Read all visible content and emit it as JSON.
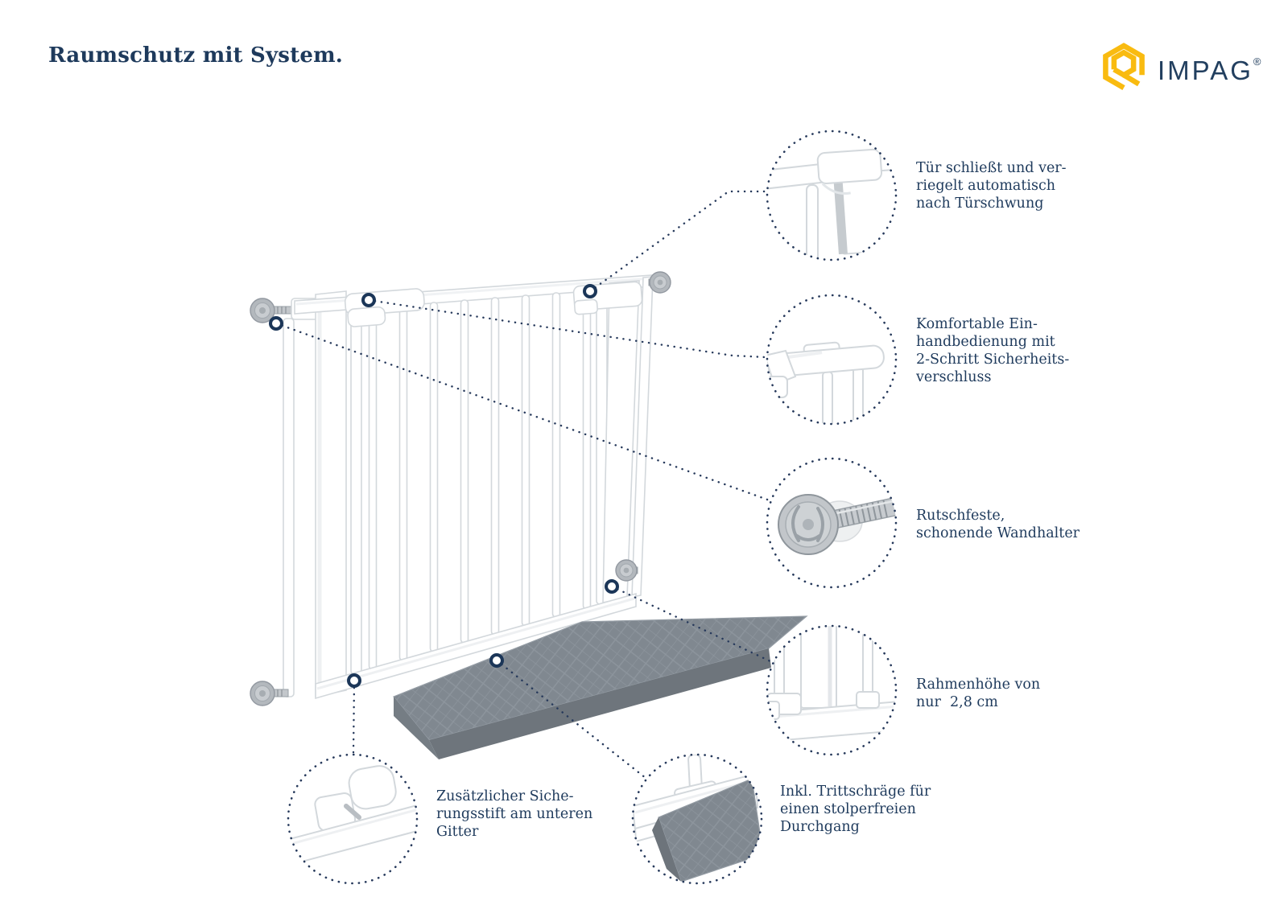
{
  "page": {
    "title": "Raumschutz mit System.",
    "background_color": "#ffffff",
    "text_color": "#1e3a5c"
  },
  "brand": {
    "name": "IMPAG",
    "registered_mark": "®",
    "logo_icon": "hexagon-spiral-icon",
    "logo_color": "#f9bb10",
    "wordmark_color": "#223f5f"
  },
  "illustration": {
    "subject": "pressure-mounted safety gate with tread ramp",
    "gate_color": "#ffffff",
    "outline_color": "#d3d8dc",
    "ramp_color": "#808890",
    "metal_color": "#bfc4c8",
    "marker_color": "#1b3658",
    "dotted_line_color": "#26395b"
  },
  "callouts": [
    {
      "id": "auto-close",
      "lines": [
        "Tür schließt und ver-",
        "riegelt automatisch",
        "nach Türschwung"
      ]
    },
    {
      "id": "one-hand-operation",
      "lines": [
        "Komfortable Ein-",
        "handbedienung mit",
        "2-Schritt Sicherheits-",
        "verschluss"
      ]
    },
    {
      "id": "wall-holder",
      "lines": [
        "Rutschfeste,",
        "schonende Wandhalter"
      ]
    },
    {
      "id": "frame-height",
      "lines": [
        "Rahmenhöhe von",
        "nur  2,8 cm"
      ]
    },
    {
      "id": "safety-pin",
      "lines": [
        "Zusätzlicher Siche-",
        "rungsstift am unteren",
        "Gitter"
      ]
    },
    {
      "id": "tread-ramp",
      "lines": [
        "Inkl. Trittschräge für",
        "einen stolperfreien",
        "Durchgang"
      ]
    }
  ]
}
